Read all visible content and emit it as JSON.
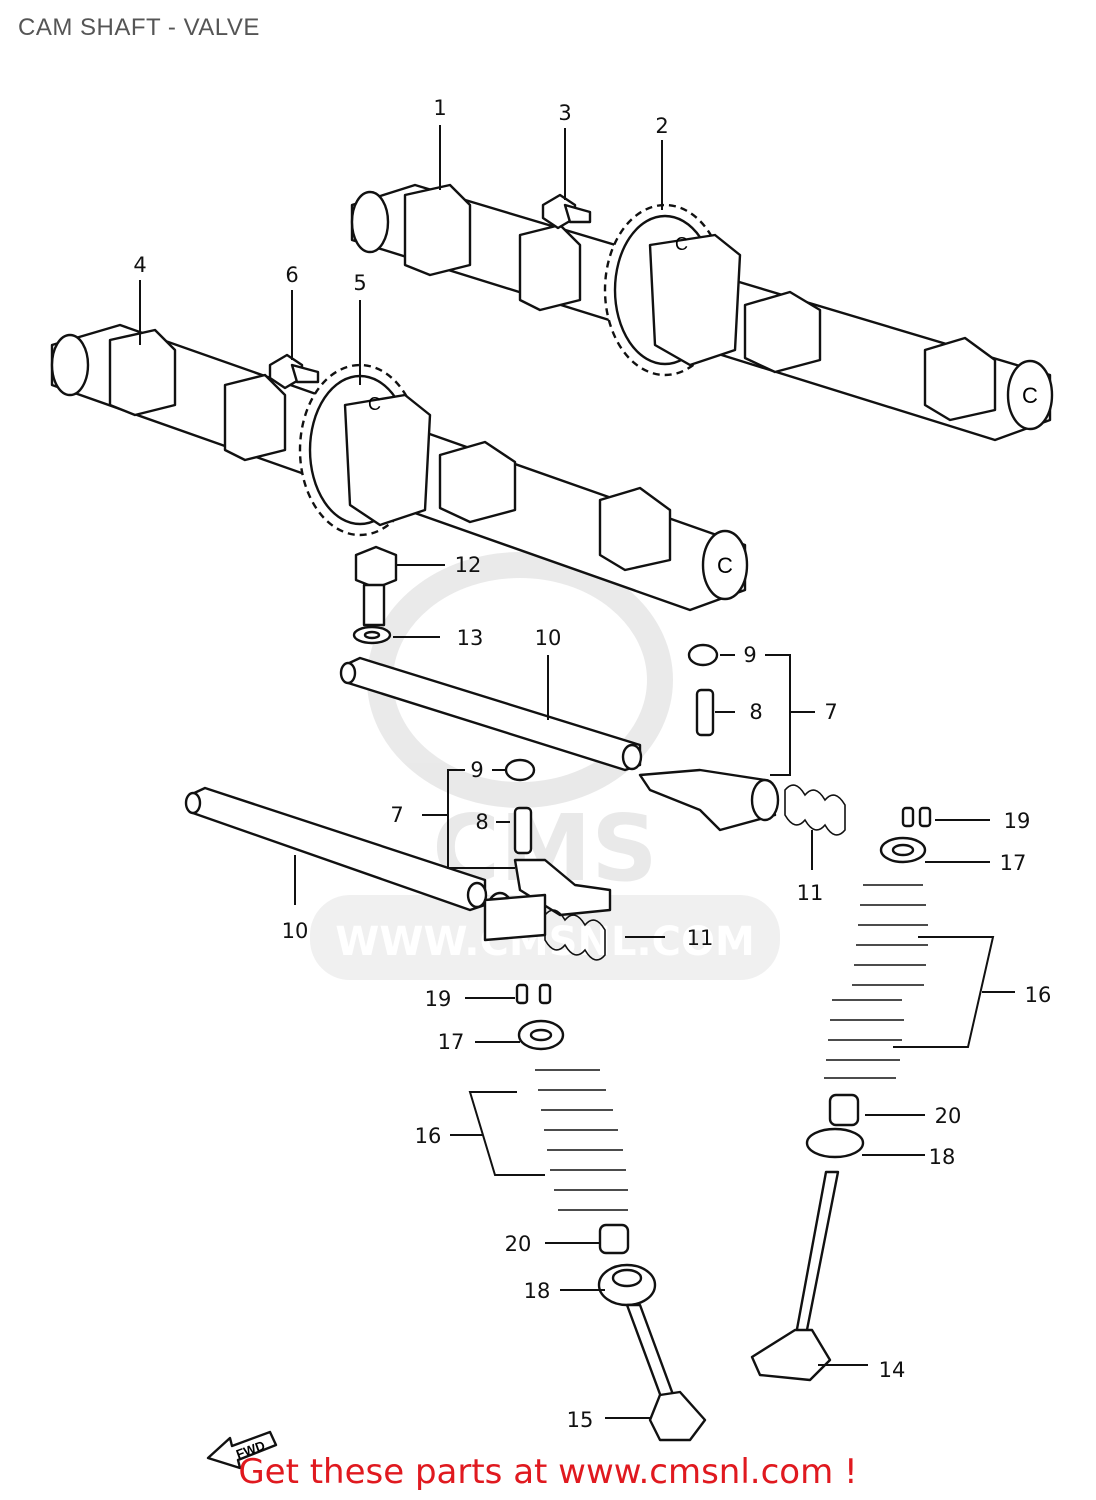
{
  "title": "CAM SHAFT - VALVE",
  "watermark": {
    "brand": "CMS",
    "url": "WWW.CMSNL.COM"
  },
  "fwd_label": "FWD",
  "footer": "Get these parts at www.cmsnl.com !",
  "colors": {
    "footer": "#e0191f",
    "title": "#555555",
    "ink": "#111111",
    "watermark": "#d8d8d8"
  },
  "callouts": {
    "c1": "1",
    "c2": "2",
    "c3": "3",
    "c4": "4",
    "c5": "5",
    "c6": "6",
    "c7a": "7",
    "c7b": "7",
    "c8a": "8",
    "c8b": "8",
    "c9a": "9",
    "c9b": "9",
    "c10a": "10",
    "c10b": "10",
    "c11a": "11",
    "c11b": "11",
    "c12": "12",
    "c13": "13",
    "c14": "14",
    "c15": "15",
    "c16a": "16",
    "c16b": "16",
    "c17a": "17",
    "c17b": "17",
    "c18a": "18",
    "c18b": "18",
    "c19a": "19",
    "c19b": "19",
    "c20a": "20",
    "c20b": "20",
    "cam_mark": "C"
  }
}
